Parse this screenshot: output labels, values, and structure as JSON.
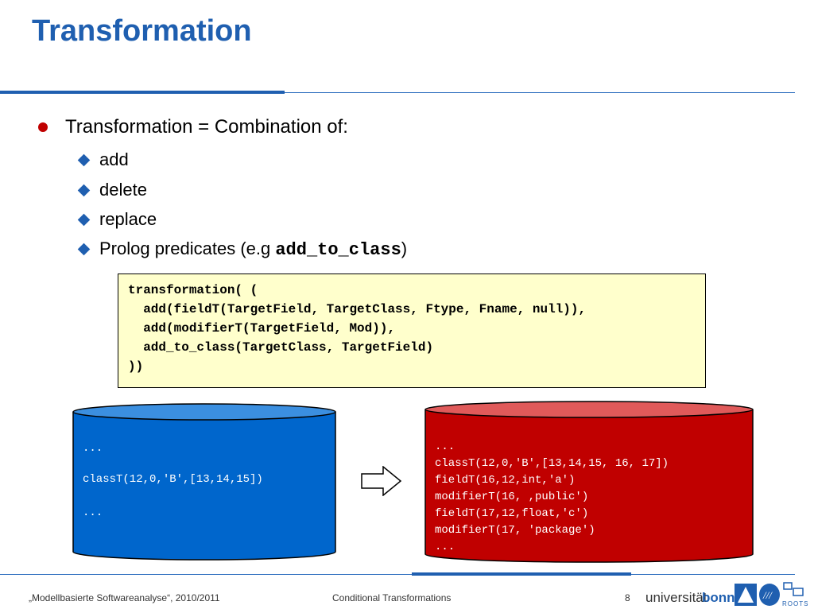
{
  "slide": {
    "title": "Transformation",
    "bullet": "Transformation = Combination of:",
    "subbullets": {
      "add": "add",
      "delete": "delete",
      "replace": "replace",
      "prolog_prefix": "Prolog predicates (e.g ",
      "prolog_code": "add_to_class",
      "prolog_suffix": ")"
    },
    "code": {
      "line1_kw": "transformation",
      "line1_rest": "( (",
      "line2": "  add(fieldT(TargetField, TargetClass, Ftype, Fname, null)),",
      "line3": "  add(modifierT(TargetField, Mod)),",
      "line4": "  add_to_class(TargetClass, TargetField)",
      "line5": "))"
    },
    "db_left": {
      "color": "#0066cc",
      "line1": "...",
      "line2": "classT(12,0,'B',[13,14,15])",
      "line3": "..."
    },
    "db_right": {
      "color": "#c00000",
      "line1": "...",
      "line2": "classT(12,0,'B',[13,14,15, 16, 17])",
      "line3": "fieldT(16,12,int,'a')",
      "line4": "modifierT(16, ,public')",
      "line5": "fieldT(17,12,float,'c')",
      "line6": "modifierT(17, 'package')",
      "line7": "..."
    },
    "arrow_icon": "right-arrow-icon"
  },
  "footer": {
    "left": "„Modellbasierte Softwareanalyse“, 2010/2011",
    "center": "Conditional Transformations",
    "page": "8",
    "logo_text_a": "universität",
    "logo_text_b": "bonn",
    "logo_roots": "ROOTS"
  },
  "colors": {
    "title": "#1f5fb0",
    "bullet": "#c00000",
    "accent": "#1f5fb0",
    "codebox": "#ffffcc"
  }
}
